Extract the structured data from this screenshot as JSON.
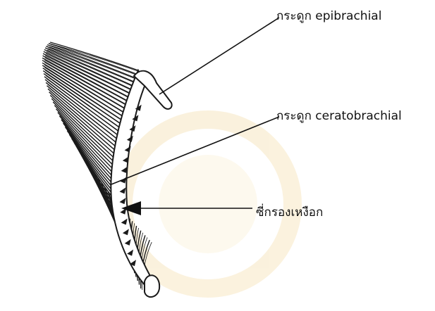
{
  "diagram": {
    "labels": {
      "epibrachial": "กระดูก epibrachial",
      "ceratobrachial": "กระดูก ceratobrachial",
      "gill_raker": "ซี่กรองเหงือก"
    },
    "watermark_color": "#f3d9a0",
    "line_color": "#111111"
  }
}
